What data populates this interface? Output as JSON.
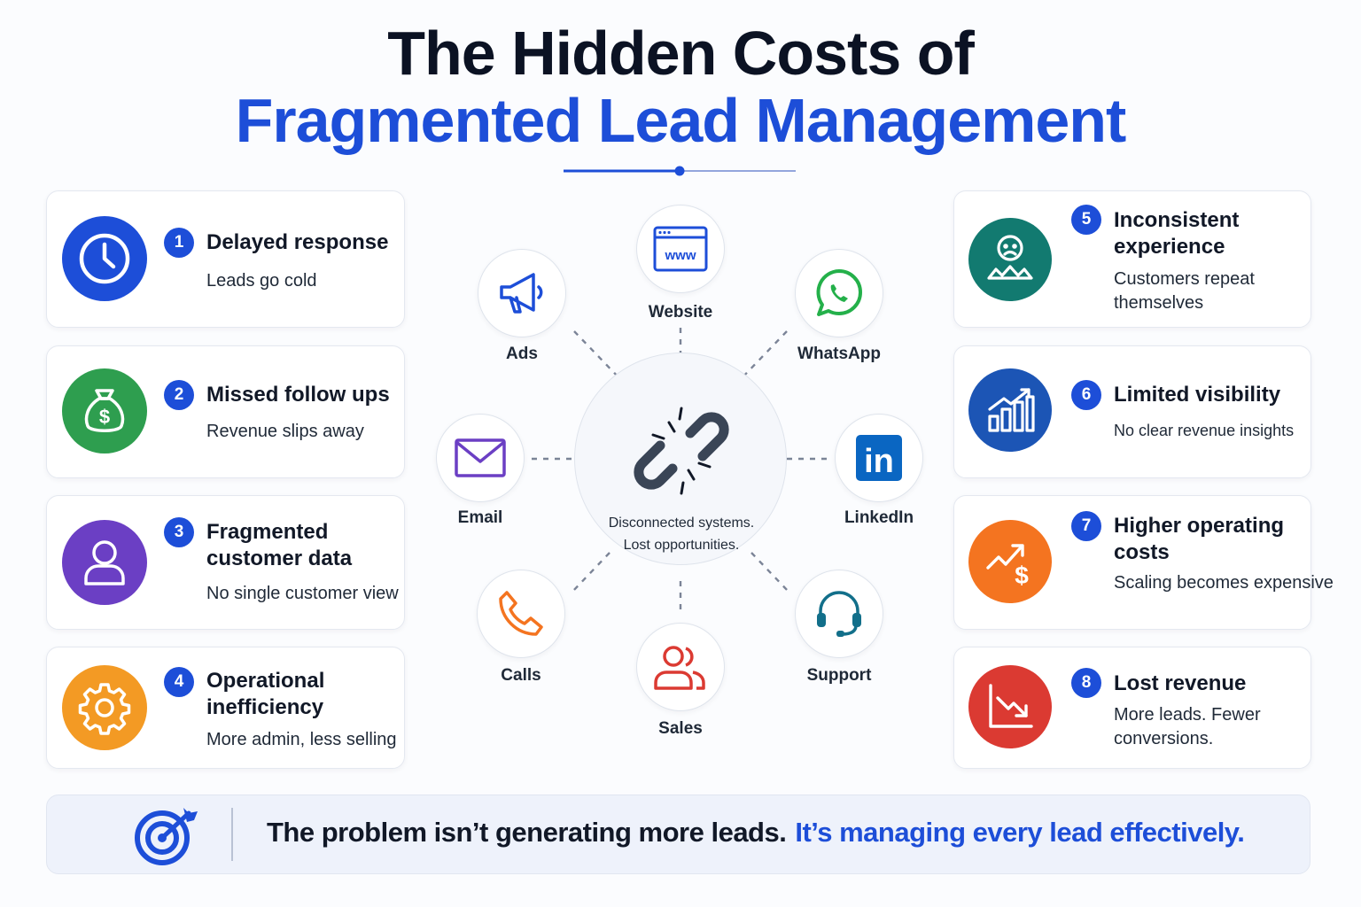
{
  "title": {
    "line1": "The Hidden Costs of",
    "line2": "Fragmented Lead Management"
  },
  "left_cards": [
    {
      "number": "1",
      "title": "Delayed response",
      "subtitle": "Leads go cold",
      "icon": "clock-icon",
      "color": "#1d4ed8"
    },
    {
      "number": "2",
      "title": "Missed follow ups",
      "subtitle": "Revenue slips away",
      "icon": "money-bag-icon",
      "color": "#2e9e4f"
    },
    {
      "number": "3",
      "title": "Fragmented customer data",
      "subtitle": "No single customer view",
      "icon": "user-icon",
      "color": "#6b3fc4"
    },
    {
      "number": "4",
      "title": "Operational inefficiency",
      "subtitle": "More admin, less selling",
      "icon": "gear-icon",
      "color": "#f39a24"
    }
  ],
  "right_cards": [
    {
      "number": "5",
      "title": "Inconsistent experience",
      "subtitle": "Customers repeat themselves",
      "icon": "frustrated-face-icon",
      "color": "#127a70"
    },
    {
      "number": "6",
      "title": "Limited visibility",
      "subtitle": "No clear revenue insights",
      "icon": "growth-chart-icon",
      "color": "#1c55b5"
    },
    {
      "number": "7",
      "title": "Higher operating costs",
      "subtitle": "Scaling becomes expensive",
      "icon": "rising-cost-icon",
      "color": "#f47420"
    },
    {
      "number": "8",
      "title": "Lost revenue",
      "subtitle": "More leads. Fewer conversions.",
      "icon": "declining-chart-icon",
      "color": "#db3a32"
    }
  ],
  "hub": {
    "line1": "Disconnected systems.",
    "line2": "Lost opportunities.",
    "icon": "broken-link-icon"
  },
  "channels": [
    {
      "label": "Website",
      "icon": "website-icon",
      "color": "#1d4ed8",
      "icon_text": "www"
    },
    {
      "label": "Ads",
      "icon": "megaphone-icon",
      "color": "#1d4ed8"
    },
    {
      "label": "WhatsApp",
      "icon": "whatsapp-icon",
      "color": "#24b04a"
    },
    {
      "label": "Email",
      "icon": "envelope-icon",
      "color": "#6b3fc4"
    },
    {
      "label": "LinkedIn",
      "icon": "linkedin-icon",
      "color": "#0a66c2",
      "icon_text": "in"
    },
    {
      "label": "Calls",
      "icon": "phone-icon",
      "color": "#f47420"
    },
    {
      "label": "Sales",
      "icon": "team-icon",
      "color": "#db3a32"
    },
    {
      "label": "Support",
      "icon": "headset-icon",
      "color": "#126f8a"
    }
  ],
  "footer": {
    "part1": "The problem isn’t generating more leads.",
    "part2": "It’s managing every lead effectively.",
    "icon": "target-icon"
  },
  "colors": {
    "accent": "#1d4ed8",
    "title": "#0b1223"
  }
}
